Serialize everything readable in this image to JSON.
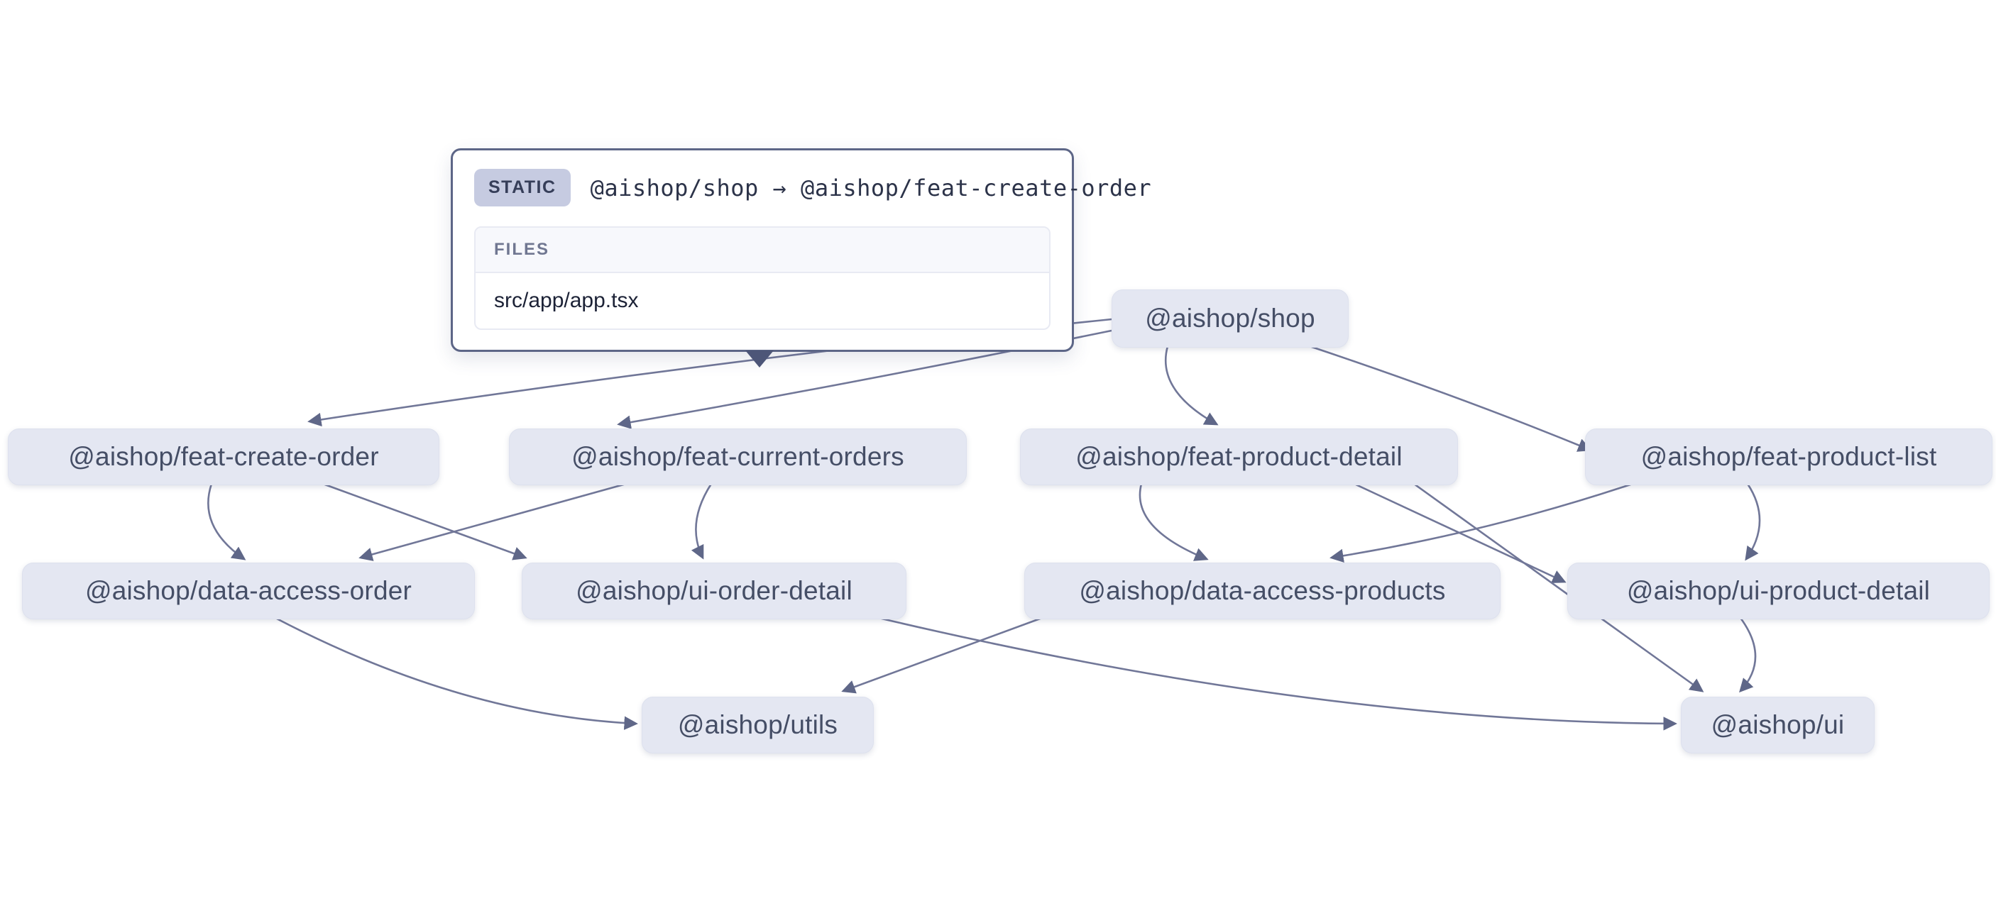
{
  "tooltip": {
    "badge": "STATIC",
    "edge_label": "@aishop/shop → @aishop/feat-create-order",
    "files_header": "FILES",
    "files": [
      "src/app/app.tsx"
    ]
  },
  "nodes": [
    {
      "id": "shop",
      "label": "@aishop/shop"
    },
    {
      "id": "feat-create-order",
      "label": "@aishop/feat-create-order"
    },
    {
      "id": "feat-current-orders",
      "label": "@aishop/feat-current-orders"
    },
    {
      "id": "feat-product-detail",
      "label": "@aishop/feat-product-detail"
    },
    {
      "id": "feat-product-list",
      "label": "@aishop/feat-product-list"
    },
    {
      "id": "data-access-order",
      "label": "@aishop/data-access-order"
    },
    {
      "id": "ui-order-detail",
      "label": "@aishop/ui-order-detail"
    },
    {
      "id": "data-access-products",
      "label": "@aishop/data-access-products"
    },
    {
      "id": "ui-product-detail",
      "label": "@aishop/ui-product-detail"
    },
    {
      "id": "utils",
      "label": "@aishop/utils"
    },
    {
      "id": "ui",
      "label": "@aishop/ui"
    }
  ],
  "edges": [
    {
      "source": "shop",
      "target": "feat-create-order",
      "type": "static",
      "highlighted": true
    },
    {
      "source": "shop",
      "target": "feat-current-orders",
      "type": "static"
    },
    {
      "source": "shop",
      "target": "feat-product-detail",
      "type": "static"
    },
    {
      "source": "shop",
      "target": "feat-product-list",
      "type": "static"
    },
    {
      "source": "feat-create-order",
      "target": "data-access-order",
      "type": "static"
    },
    {
      "source": "feat-create-order",
      "target": "ui-order-detail",
      "type": "static"
    },
    {
      "source": "feat-current-orders",
      "target": "data-access-order",
      "type": "static"
    },
    {
      "source": "feat-current-orders",
      "target": "ui-order-detail",
      "type": "static"
    },
    {
      "source": "feat-product-detail",
      "target": "data-access-products",
      "type": "static"
    },
    {
      "source": "feat-product-detail",
      "target": "ui-product-detail",
      "type": "static"
    },
    {
      "source": "feat-product-detail",
      "target": "ui",
      "type": "static"
    },
    {
      "source": "feat-product-list",
      "target": "data-access-products",
      "type": "static"
    },
    {
      "source": "feat-product-list",
      "target": "ui-product-detail",
      "type": "static"
    },
    {
      "source": "data-access-order",
      "target": "utils",
      "type": "static"
    },
    {
      "source": "data-access-products",
      "target": "utils",
      "type": "static"
    },
    {
      "source": "ui-order-detail",
      "target": "ui",
      "type": "static"
    },
    {
      "source": "ui-product-detail",
      "target": "ui",
      "type": "static"
    }
  ],
  "colors": {
    "node_bg": "#e4e7f2",
    "node_text": "#454e66",
    "edge": "#717798",
    "arrowhead": "#5f6788",
    "tooltip_border": "#5d6687",
    "badge_bg": "#c6cbe1",
    "badge_text": "#363e59",
    "files_header_bg": "#f7f8fc",
    "background": "#ffffff"
  }
}
